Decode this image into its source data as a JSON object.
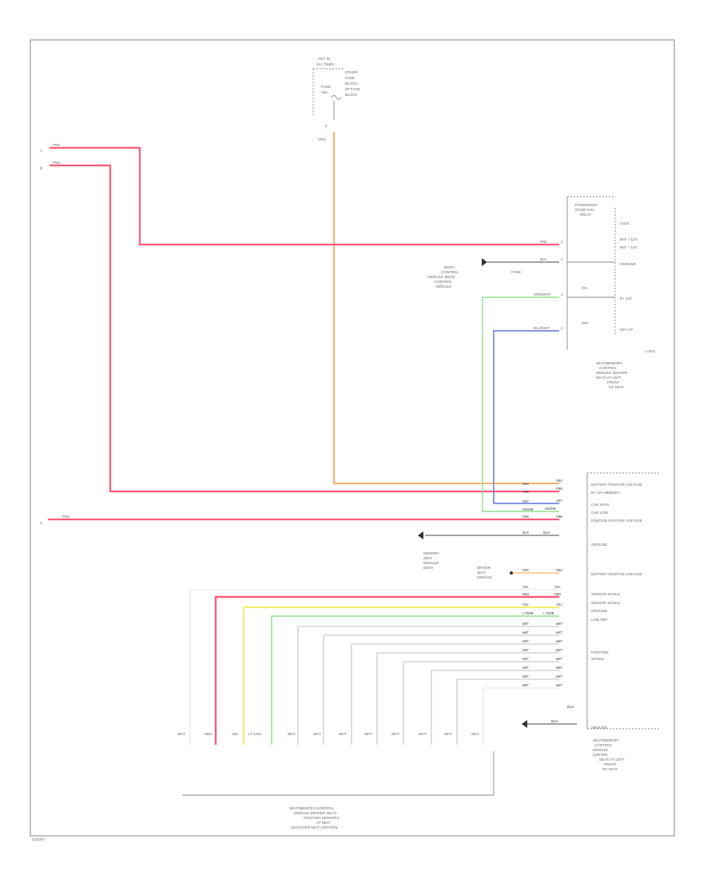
{
  "colors": {
    "pnk": "#ff5a7a",
    "org": "#ffb066",
    "grn": "#8fe08f",
    "blu": "#5a72d8",
    "yel": "#f4ee70",
    "wht": "#dddddd",
    "gry": "#aaaaaa",
    "dkgrn": "#7aa87a",
    "blk": "#444444"
  },
  "top_fuse": {
    "header": [
      "HOT IN",
      "ALL TIMES"
    ],
    "title": [
      "OTHER",
      "FUSE",
      "BLOCK-",
      "I/P FUSE",
      "BLOCK"
    ],
    "fuse": [
      "FUSE",
      "15A"
    ],
    "pin_label": "F",
    "wire_label": "ORG"
  },
  "left_refs": {
    "a_letter": "A",
    "a_wire": "PNK",
    "b_letter": "B",
    "b_wire": "PNK",
    "c_letter": "C",
    "c_wire": "PNK"
  },
  "upper_connector": {
    "title": [
      "PASSENGER",
      "DOOR FAN",
      "RELAY"
    ],
    "loc": "LOCK",
    "side_labels": [
      "BAT + 12V",
      "BAT + 12V",
      "GROUND",
      "B+ 12V",
      "KEY UP"
    ],
    "wires": [
      "PNK",
      "BLK",
      "GRN/WHT",
      "BLU/WHT"
    ],
    "pins": [
      "1",
      "2",
      "3",
      "4"
    ],
    "fuse_label": "FUSE",
    "switch_labels": [
      "ON",
      "OFF"
    ],
    "left_notes": [
      "BODY",
      "CONTROL",
      "MODULE (BCM)",
      "CONTROL",
      "MODULE"
    ],
    "bottom_title": [
      "LOCK",
      "SEAT/MEMORY",
      "CONTROL",
      "MODULE (DRIVER",
      "SEAT) AT LEFT",
      "FRONT",
      "OF SEAT"
    ]
  },
  "main_connector": {
    "pin_labels": [
      "BATTERY POSITIVE VOLTAGE",
      "B+ 12V MEMORY",
      "CAN HIGH",
      "CAN LOW",
      "IGNITION POSITIVE VOLTAGE",
      "GROUND",
      "BATTERY POSITIVE VOLTAGE",
      "SENSOR SIGNAL",
      "SENSOR SIGNAL",
      "GROUND",
      "LOW REF",
      "POSITION",
      "SIGNAL",
      "GROUND"
    ],
    "left_codes": [
      "ORG",
      "PNK",
      "GRY",
      "DKGRN",
      "PNK",
      "BLK",
      "ORG",
      "YEL",
      "RED",
      "YEL",
      "LTGRN",
      "WHT",
      "WHT",
      "WHT",
      "WHT",
      "WHT",
      "WHT",
      "WHT",
      "WHT",
      "BLK"
    ],
    "right_codes": [
      "ORG",
      "PNK",
      "GRY",
      "DKGRN",
      "PNK",
      "BLK",
      "ORG",
      "YEL",
      "RED",
      "YEL",
      "LTGRN",
      "WHT",
      "WHT",
      "WHT",
      "WHT",
      "WHT",
      "WHT",
      "WHT",
      "WHT",
      "BLK"
    ],
    "mid_notes": [
      "MEMORY",
      "SEAT",
      "MODULE",
      "BODY"
    ],
    "mid_notes2": [
      "DRIVER",
      "SEAT",
      "MODULE"
    ],
    "title": [
      "SEAT/MEMORY",
      "CONTROL",
      "MODULE",
      "(DRIVER",
      "SEAT) AT LEFT",
      "FRONT",
      "OF SEAT"
    ]
  },
  "bottom_module": {
    "wire_labels": [
      "WHT",
      "RED",
      "YEL",
      "LT GRN",
      "WHT",
      "WHT",
      "WHT",
      "WHT",
      "WHT",
      "WHT",
      "WHT",
      "WHT"
    ],
    "title": [
      "SEAT/MEMORY CONTROL",
      "MODULE (DRIVER SEAT) -",
      "POSITION SENSORS",
      "AT SEAT",
      "ADJUSTER SEAT CONTROL"
    ]
  },
  "footer": "G20297"
}
